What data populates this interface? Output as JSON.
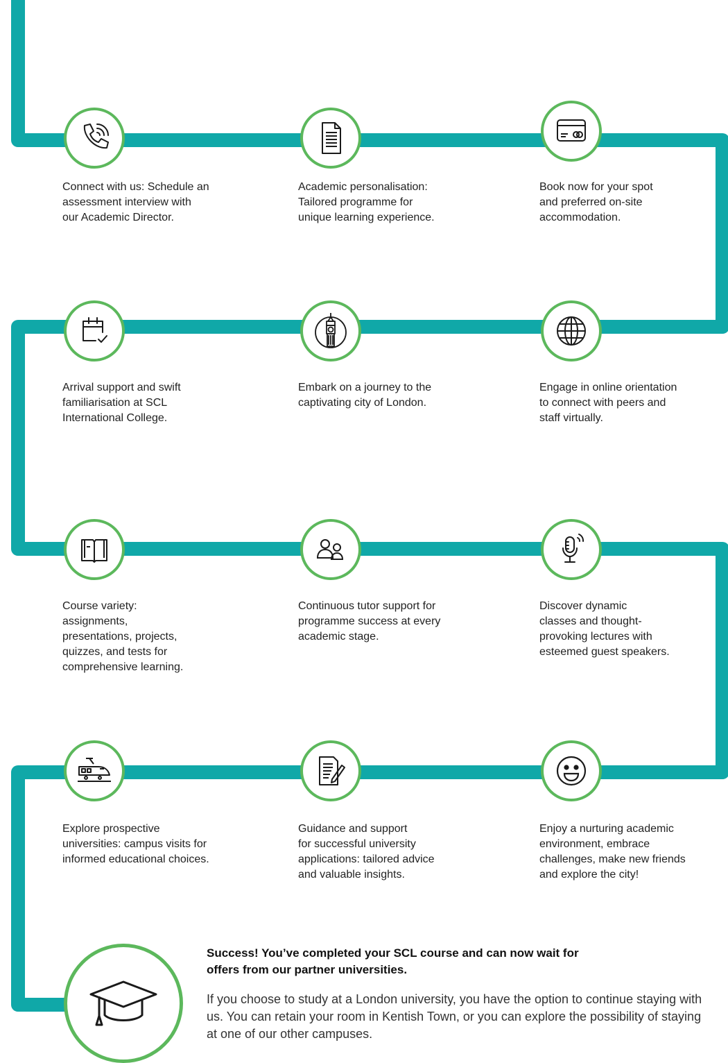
{
  "colors": {
    "path": "#10a8a8",
    "ring": "#5cb85c",
    "icon": "#1a1a1a",
    "text": "#222222"
  },
  "steps": [
    {
      "icon": "phone-icon",
      "text": "Connect with us: Schedule an\nassessment interview with\nour Academic Director."
    },
    {
      "icon": "document-icon",
      "text": "Academic personalisation:\nTailored programme for\nunique learning experience."
    },
    {
      "icon": "credit-card-icon",
      "text": "Book now for your spot\nand preferred on-site\naccommodation."
    },
    {
      "icon": "globe-icon",
      "text": "Engage in online orientation\nto connect with peers and\nstaff virtually."
    },
    {
      "icon": "big-ben-icon",
      "text": "Embark on a journey to the\ncaptivating city of London."
    },
    {
      "icon": "calendar-check-icon",
      "text": "Arrival support and swift\nfamiliarisation at SCL\nInternational College."
    },
    {
      "icon": "open-book-icon",
      "text": "Course variety:\nassignments,\npresentations, projects,\nquizzes, and tests for\ncomprehensive learning."
    },
    {
      "icon": "people-icon",
      "text": "Continuous tutor support for\nprogramme success at every\nacademic stage."
    },
    {
      "icon": "microphone-icon",
      "text": "Discover dynamic\nclasses and thought-\nprovoking lectures with\nesteemed guest speakers."
    },
    {
      "icon": "smiley-icon",
      "text": "Enjoy a nurturing academic\nenvironment, embrace\nchallenges, make new friends\nand explore the city!"
    },
    {
      "icon": "pen-document-icon",
      "text": "Guidance and support\nfor successful university\napplications: tailored advice\nand valuable insights."
    },
    {
      "icon": "train-icon",
      "text": "Explore prospective\nuniversities: campus visits for\ninformed educational choices."
    }
  ],
  "final": {
    "icon": "graduation-cap-icon",
    "heading": "Success! You’ve completed your SCL course and can now wait for\noffers from our partner universities.",
    "body": "If you choose to study at a London university, you have the option to continue staying with us. You can retain your room in Kentish Town, or you can explore the possibility of staying at one of our other campuses."
  }
}
